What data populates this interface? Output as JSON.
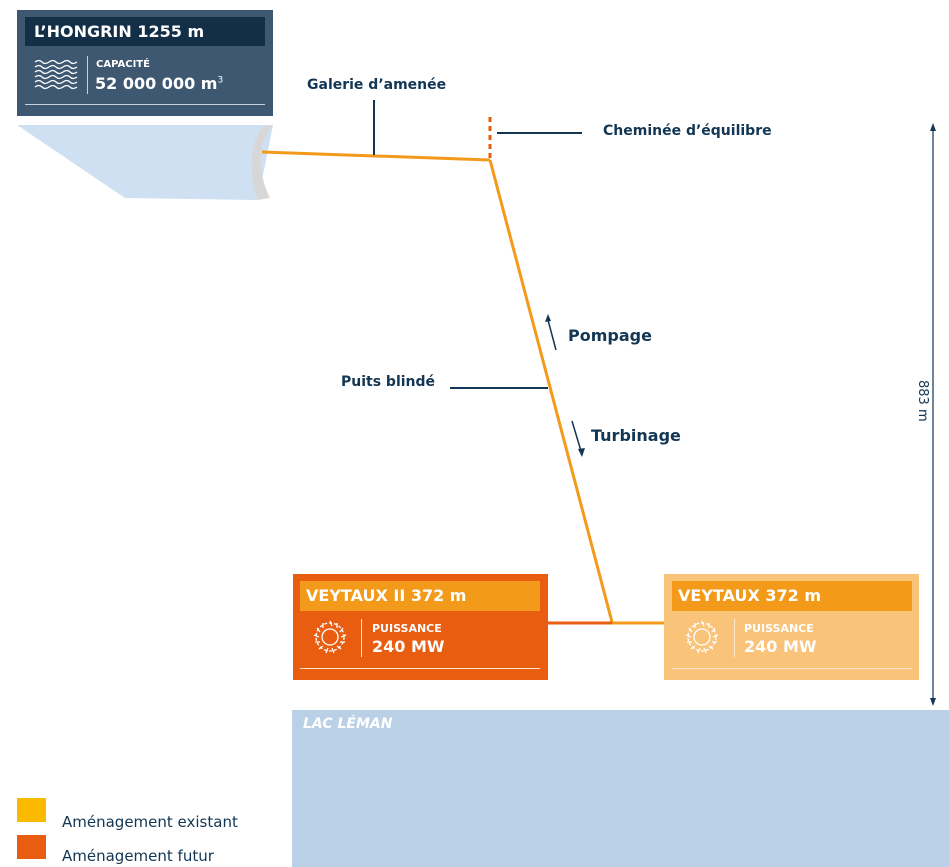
{
  "reservoir": {
    "title": "L’HONGRIN 1255 m",
    "capacity_label": "CAPACITÉ",
    "capacity_value": "52 000 000 m",
    "capacity_unit_sup": "3",
    "icon": "water-waves-icon"
  },
  "labels": {
    "galerie": "Galerie d’amenée",
    "cheminee": "Cheminée d’équilibre",
    "puits": "Puits blindé",
    "pompage": "Pompage",
    "turbinage": "Turbinage",
    "height": "883 m"
  },
  "stations": {
    "veytaux2": {
      "title": "VEYTAUX II 372 m",
      "power_label": "PUISSANCE",
      "power_value": "240 MW",
      "icon": "turbine-icon"
    },
    "veytaux": {
      "title": "VEYTAUX 372 m",
      "power_label": "PUISSANCE",
      "power_value": "240 MW",
      "icon": "turbine-icon"
    }
  },
  "lake": {
    "label": "LAC LÉMAN"
  },
  "legend": [
    {
      "label": "Aménagement existant",
      "color": "#fbb900"
    },
    {
      "label": "Aménagement futur",
      "color": "#e85d0f"
    }
  ],
  "colors": {
    "existing_line": "#f39a1b",
    "future_line": "#e85d0f",
    "dark_blue": "#123653",
    "box_blue": "#3e5872",
    "lake": "#bad0e6",
    "veytaux2_box": "#e85d0f",
    "veytaux_box": "#f9c37a"
  }
}
